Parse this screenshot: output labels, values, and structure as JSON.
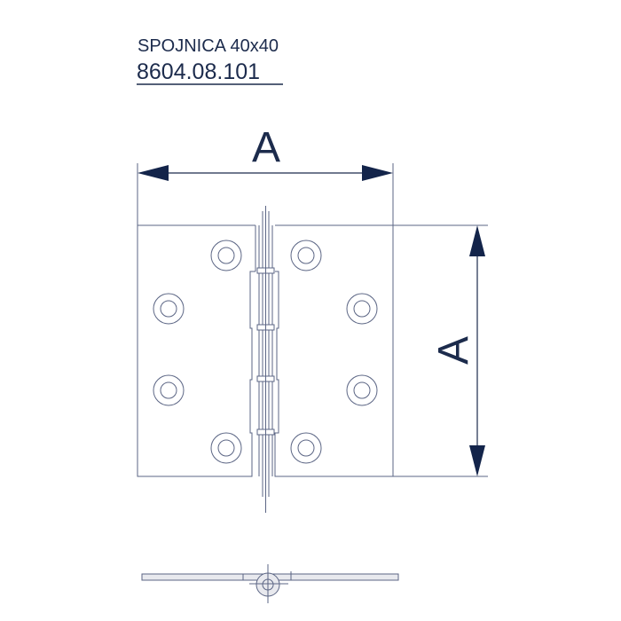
{
  "title": "SPOJNICA 40x40",
  "part_number": "8604.08.101",
  "dimensions": {
    "width_label": "A",
    "height_label": "A"
  },
  "colors": {
    "ink": "#1c2b4c",
    "line": "#5b6584",
    "fill": "#e8e9ee"
  }
}
